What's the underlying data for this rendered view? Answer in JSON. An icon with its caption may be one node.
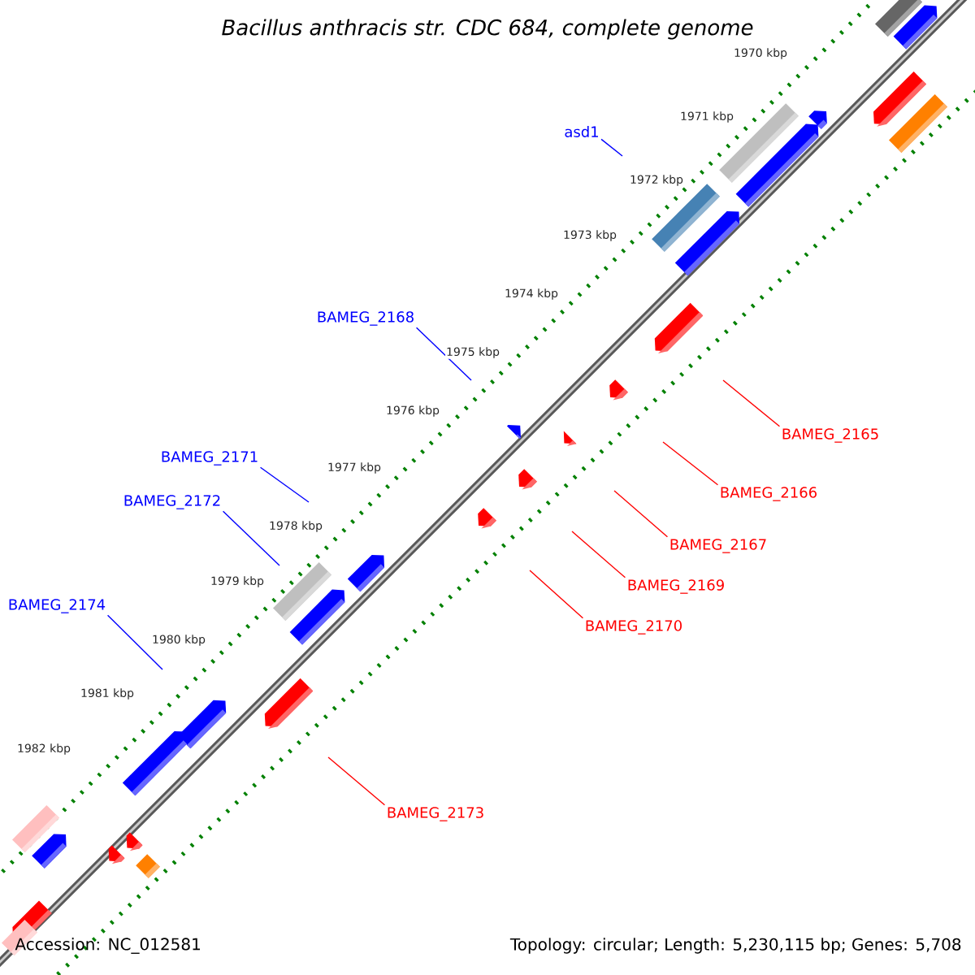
{
  "diagram": {
    "title": "Bacillus anthracis str. CDC 684, complete genome",
    "nodes": [
      {
        "text": [
          "asd1"
        ]
      },
      {
        "text": [
          "BAMEG_2168"
        ]
      },
      {
        "text": [
          "BAMEG_2171"
        ]
      },
      {
        "text": [
          "BAMEG_2172"
        ]
      },
      {
        "text": [
          "BAMEG_2174"
        ]
      },
      {
        "text": [
          "BAMEG_2165"
        ]
      },
      {
        "text": [
          "BAMEG_2166"
        ]
      },
      {
        "text": [
          "BAMEG_2167"
        ]
      },
      {
        "text": [
          "BAMEG_2169"
        ]
      },
      {
        "text": [
          "BAMEG_2170"
        ]
      },
      {
        "text": [
          "BAMEG_2173"
        ]
      }
    ],
    "edges": [
      {
        "from": 0,
        "to": null,
        "arrow": "none",
        "color": "#0000ff"
      },
      {
        "from": 1,
        "to": null,
        "arrow": "none",
        "color": "#0000ff"
      },
      {
        "from": 2,
        "to": null,
        "arrow": "none",
        "color": "#0000ff"
      },
      {
        "from": 3,
        "to": null,
        "arrow": "none",
        "color": "#0000ff"
      },
      {
        "from": 4,
        "to": null,
        "arrow": "none",
        "color": "#0000ff"
      },
      {
        "from": 5,
        "to": null,
        "arrow": "none"
      },
      {
        "from": 6,
        "to": null,
        "arrow": "none"
      },
      {
        "from": 7,
        "to": null,
        "arrow": "none"
      },
      {
        "from": 8,
        "to": null,
        "arrow": "none"
      },
      {
        "from": 9,
        "to": null,
        "arrow": "none"
      },
      {
        "from": 10,
        "to": null,
        "arrow": "none"
      }
    ],
    "labels": [
      "1970 kbp",
      "1971 kbp",
      "1972 kbp",
      "1973 kbp",
      "1974 kbp",
      "1975 kbp",
      "1976 kbp",
      "1977 kbp",
      "1978 kbp",
      "1979 kbp",
      "1980 kbp",
      "1981 kbp",
      "1982 kbp",
      "Accession: NC_012581",
      "Topology: circular; Length: 5,230,115 bp; Genes: 5,708"
    ]
  }
}
